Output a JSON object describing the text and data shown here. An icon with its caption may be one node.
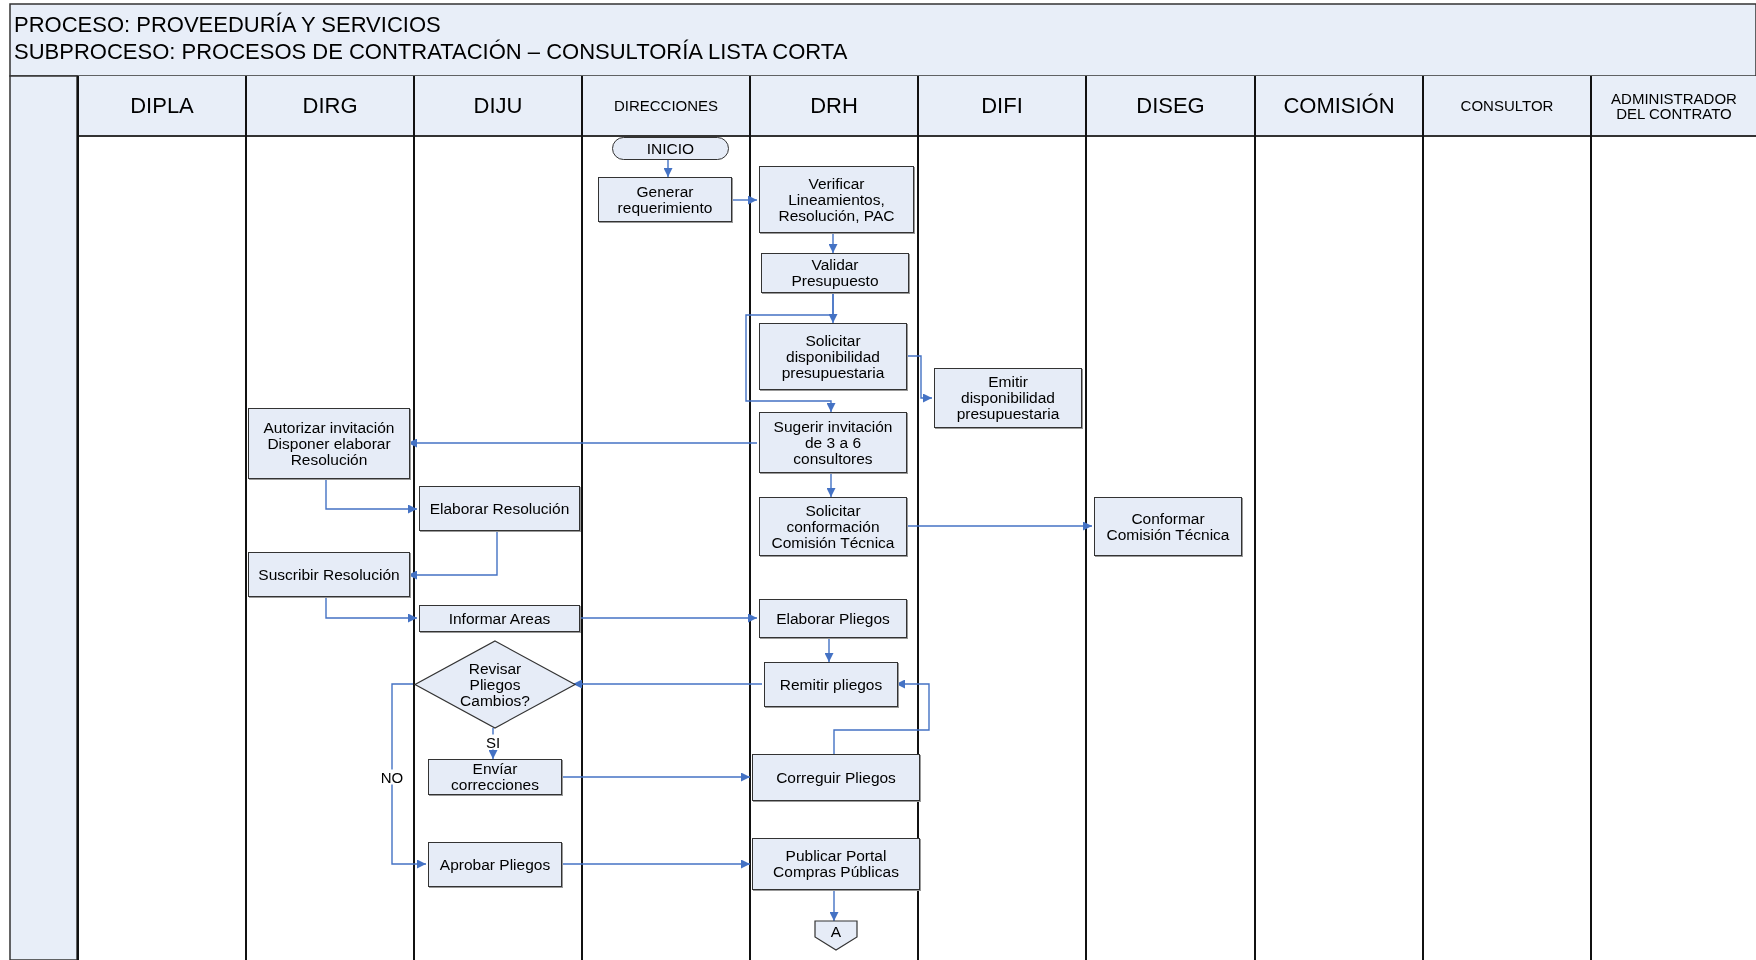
{
  "diagram": {
    "title": "PROCESO: PROVEEDURÍA Y SERVICIOS",
    "labels": [
      "SUBPROCESO: PROCESOS DE CONTRATACIÓN – CONSULTORÍA LISTA CORTA"
    ],
    "nodes": [
      {
        "text": [
          "DIPLA"
        ]
      },
      {
        "text": [
          "DIRG"
        ]
      },
      {
        "text": [
          "DIJU"
        ]
      },
      {
        "text": [
          "DIRECCIONES"
        ]
      },
      {
        "text": [
          "DRH"
        ]
      },
      {
        "text": [
          "DIFI"
        ]
      },
      {
        "text": [
          "DISEG"
        ]
      },
      {
        "text": [
          "COMISIÓN"
        ]
      },
      {
        "text": [
          "CONSULTOR"
        ]
      },
      {
        "text": [
          "ADMINISTRADOR DEL CONTRATO"
        ]
      },
      {
        "text": [
          "INICIO"
        ],
        "in": 3
      },
      {
        "text": [
          "Generar requerimiento"
        ],
        "in": 3
      },
      {
        "text": [
          "Verificar Lineamientos, Resolución, PAC"
        ],
        "in": 4
      },
      {
        "text": [
          "Validar Presupuesto"
        ],
        "in": 4
      },
      {
        "text": [
          "Solicitar disponibilidad presupuestaria"
        ],
        "in": 4
      },
      {
        "text": [
          "Emitir disponibilidad presupuestaria"
        ],
        "in": 5
      },
      {
        "text": [
          "Sugerir invitación de 3 a 6 consultores"
        ],
        "in": 4
      },
      {
        "text": [
          "Autorizar invitación Disponer elaborar Resolución"
        ],
        "in": 1
      },
      {
        "text": [
          "Elaborar Resolución"
        ],
        "in": 2
      },
      {
        "text": [
          "Solicitar conformación Comisión Técnica"
        ],
        "in": 4
      },
      {
        "text": [
          "Conformar Comisión Técnica"
        ],
        "in": 6
      },
      {
        "text": [
          "Suscribir Resolución"
        ],
        "in": 1
      },
      {
        "text": [
          "Informar Areas"
        ],
        "in": 2
      },
      {
        "text": [
          "Elaborar Pliegos"
        ],
        "in": 4
      },
      {
        "text": [
          "Remitir pliegos"
        ],
        "in": 4
      },
      {
        "text": [
          "Revisar Pliegos Cambios?"
        ],
        "in": 2
      },
      {
        "text": [
          "Envíar correcciones"
        ],
        "in": 2
      },
      {
        "text": [
          "Correguir Pliegos"
        ],
        "in": 4
      },
      {
        "text": [
          "Aprobar Pliegos"
        ],
        "in": 2
      },
      {
        "text": [
          "Publicar Portal Compras Públicas"
        ],
        "in": 4
      },
      {
        "text": [
          "A"
        ],
        "in": 4
      }
    ],
    "edges": [
      {
        "from": 10,
        "to": 11,
        "arrow": "to"
      },
      {
        "from": 11,
        "to": 12,
        "arrow": "to"
      },
      {
        "from": 12,
        "to": 13,
        "arrow": "to"
      },
      {
        "from": 13,
        "to": 14,
        "arrow": "to"
      },
      {
        "from": 13,
        "to": 16,
        "arrow": "to"
      },
      {
        "from": 14,
        "to": 15,
        "arrow": "to"
      },
      {
        "from": 16,
        "to": 17,
        "arrow": "to"
      },
      {
        "from": 17,
        "to": 18,
        "arrow": "to"
      },
      {
        "from": 18,
        "to": 21,
        "arrow": "to"
      },
      {
        "from": 16,
        "to": 19,
        "arrow": "to"
      },
      {
        "from": 19,
        "to": 20,
        "arrow": "to"
      },
      {
        "from": 21,
        "to": 22,
        "arrow": "to"
      },
      {
        "from": 22,
        "to": 23,
        "arrow": "to"
      },
      {
        "from": 23,
        "to": 24,
        "arrow": "to"
      },
      {
        "from": 24,
        "to": 25,
        "arrow": "to"
      },
      {
        "from": 25,
        "to": 26,
        "arrow": "to",
        "label": "SI"
      },
      {
        "from": 25,
        "to": 28,
        "arrow": "to",
        "label": "NO"
      },
      {
        "from": 26,
        "to": 27,
        "arrow": "to"
      },
      {
        "from": 27,
        "to": 24,
        "arrow": "to"
      },
      {
        "from": 28,
        "to": 29,
        "arrow": "to"
      },
      {
        "from": 29,
        "to": 30,
        "arrow": "to"
      }
    ]
  }
}
